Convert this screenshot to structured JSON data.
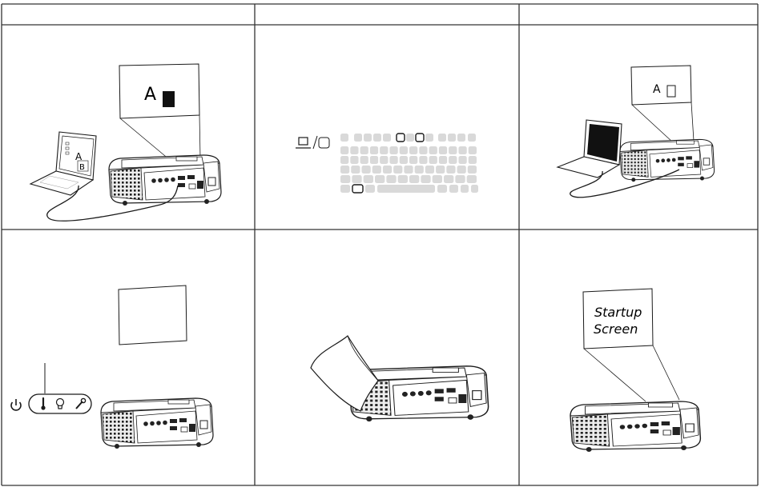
{
  "page": {
    "header_cells": [
      "",
      "",
      ""
    ]
  },
  "panels": {
    "laptop_screen_glyph": "A",
    "laptop_window_glyph": "B",
    "projected_glyph": "A",
    "small_projected_glyph": "A",
    "startup_line1": "Startup",
    "startup_line2": "Screen"
  },
  "icons": {
    "status_row": [
      "power-icon",
      "thermometer-icon",
      "lamp-icon",
      "wrench-icon"
    ],
    "keyboard_keys": [
      "monitor-key-icon",
      "function-key-icon"
    ]
  },
  "colors": {
    "line": "#1a1a1a",
    "key_fill": "#d9d9d9",
    "screen_dark": "#111111"
  }
}
